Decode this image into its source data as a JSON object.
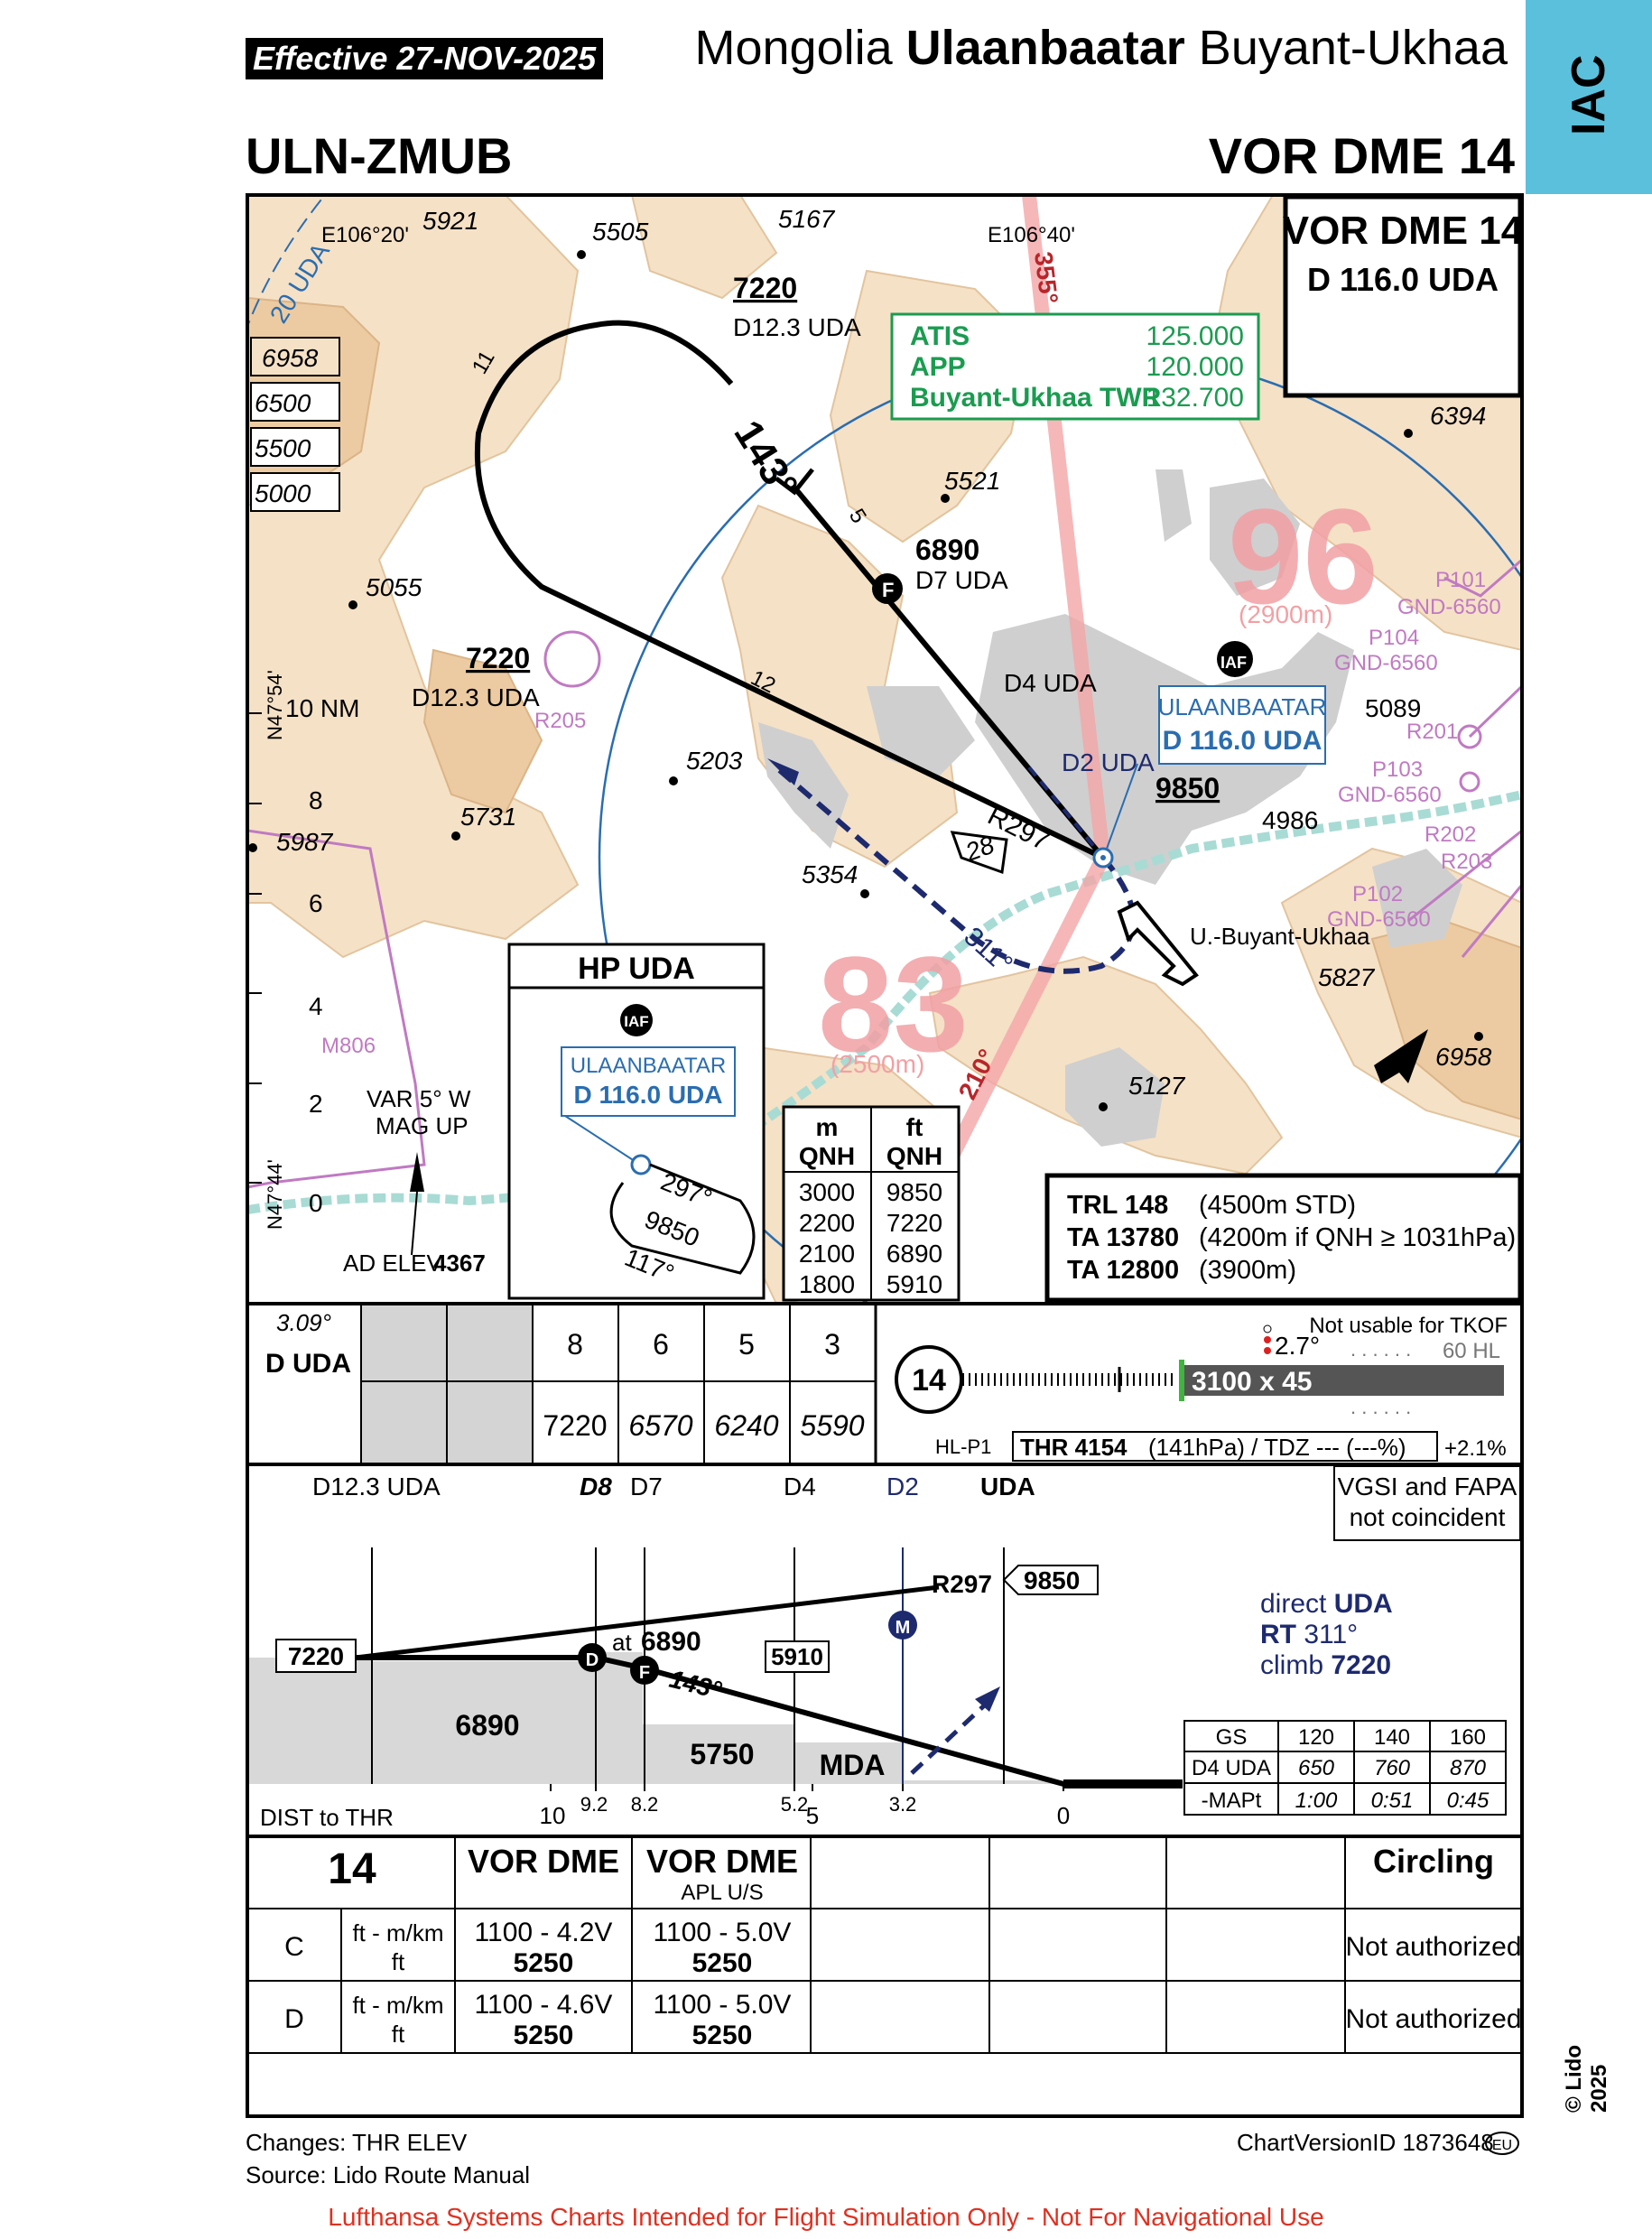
{
  "header": {
    "effective": "Effective 27-NOV-2025",
    "country": "Mongolia",
    "city": "Ulaanbaatar",
    "airport": "Buyant-Ukhaa",
    "tab": "IAC",
    "ident": "ULN-ZMUB",
    "procedure": "VOR DME 14"
  },
  "plan": {
    "box_title": "VOR DME 14",
    "box_freq": "D 116.0 UDA",
    "comms": [
      {
        "name": "ATIS",
        "freq": "125.000"
      },
      {
        "name": "APP",
        "freq": "120.000"
      },
      {
        "name": "Buyant-Ukhaa TWR",
        "freq": "132.700"
      }
    ],
    "msa_legend": [
      "6958",
      "6500",
      "5500",
      "5000"
    ],
    "lon_left": "E106°20'",
    "lon_right": "E106°40'",
    "lat_top": "N47°54'",
    "lat_bottom": "N47°44'",
    "spot_elev": [
      "5921",
      "5505",
      "5167",
      "6394",
      "5521",
      "5055",
      "5203",
      "5731",
      "5987",
      "5354",
      "5127",
      "5827",
      "6958",
      "5089",
      "4986"
    ],
    "dme_arc": "20 UDA",
    "radial_355": "355°",
    "radial_210": "210°",
    "fix_7220_top": "7220",
    "fix_7220_top_dme": "D12.3 UDA",
    "fix_7220_left": "7220",
    "fix_7220_left_dme": "D12.3 UDA",
    "fix_6890": "6890",
    "fix_6890_dme": "D7 UDA",
    "d4": "D4 UDA",
    "d2": "D2 UDA",
    "holding_course": "143°",
    "leg_11": "11",
    "leg_5": "5",
    "leg_12": "12",
    "radial_297": "R297",
    "flag_28": "28",
    "alt_9850": "9850",
    "missed_course": "311°",
    "mora_96": "96",
    "mora_96_m": "(2900m)",
    "mora_83": "83",
    "mora_83_m": "(2500m)",
    "vor_name": "ULAANBAATAR",
    "vor_freq": "D 116.0 UDA",
    "iaf": "IAF",
    "airport_label": "U.-Buyant-Ukhaa",
    "restricted": {
      "r205": "R205",
      "r201": "R201",
      "r202": "R202",
      "r203": "R203",
      "p101": "P101",
      "p101_gnd": "GND-6560",
      "p104": "P104",
      "p104_gnd": "GND-6560",
      "p103": "P103",
      "p103_gnd": "GND-6560",
      "p102": "P102",
      "p102_gnd": "GND-6560",
      "m806": "M806"
    },
    "scale": [
      "10 NM",
      "8",
      "6",
      "4",
      "2",
      "0"
    ],
    "var": "VAR 5° W",
    "mag_up": "MAG UP",
    "ad_elev_label": "AD ELEV",
    "ad_elev": "4367",
    "hp": {
      "title": "HP UDA",
      "iaf": "IAF",
      "name": "ULAANBAATAR",
      "freq": "D 116.0 UDA",
      "in": "297°",
      "alt": "9850",
      "out": "117°"
    },
    "qnh": {
      "headers": [
        "m",
        "ft"
      ],
      "sub": [
        "QNH",
        "QNH"
      ],
      "rows": [
        [
          "3000",
          "9850"
        ],
        [
          "2200",
          "7220"
        ],
        [
          "2100",
          "6890"
        ],
        [
          "1800",
          "5910"
        ]
      ]
    },
    "trl": [
      {
        "k": "TRL 148",
        "v": "(4500m STD)"
      },
      {
        "k": "TA 13780",
        "v": "(4200m if QNH ≥ 1031hPa)"
      },
      {
        "k": "TA 12800",
        "v": "(3900m)"
      }
    ]
  },
  "dme_table": {
    "slope": "3.09°",
    "label": "D UDA",
    "dist": [
      "8",
      "6",
      "5",
      "3"
    ],
    "alt": [
      "7220",
      "6570",
      "6240",
      "5590"
    ]
  },
  "runway": {
    "number": "14",
    "not_usable": "Not usable for TKOF",
    "papi": "2.7°",
    "hl": "60 HL",
    "dims": "3100 x 45",
    "hl_p": "HL-P1",
    "thr_label": "THR 4154",
    "thr_rest": "(141hPa) / TDZ --- (---%)",
    "slope": "+2.1%"
  },
  "profile": {
    "fixes": [
      "D12.3 UDA",
      "D8",
      "D7",
      "D4",
      "D2",
      "UDA"
    ],
    "vgsi": "VGSI and FAPA not coincident",
    "alt_7220": "7220",
    "alt_6890": "6890",
    "at_6890": "at",
    "at_6890_v": "6890",
    "alt_5910": "5910",
    "alt_5750": "5750",
    "mda": "MDA",
    "r297": "R297",
    "alt_9850": "9850",
    "course": "143°",
    "marker_d": "D",
    "marker_f": "F",
    "marker_m": "M",
    "missed1_a": "direct ",
    "missed1_b": "UDA",
    "missed2_a": "RT ",
    "missed2_b": "311°",
    "missed3_a": "climb ",
    "missed3_b": "7220",
    "dist_label": "DIST to THR",
    "dist_ticks": [
      "10",
      "9.2",
      "8.2",
      "5.2",
      "5",
      "3.2",
      "0"
    ],
    "gs": {
      "header": [
        "GS",
        "120",
        "140",
        "160"
      ],
      "d4": [
        "D4 UDA",
        "650",
        "760",
        "870"
      ],
      "mapt": [
        "-MAPt",
        "1:00",
        "0:51",
        "0:45"
      ]
    }
  },
  "minima": {
    "rwy": "14",
    "col1": "VOR DME",
    "col2": "VOR DME",
    "col2_sub": "APL U/S",
    "circling": "Circling",
    "rows": [
      {
        "cat": "C",
        "unit1": "ft - m/km",
        "unit2": "ft",
        "v1": "1100 - 4.2V",
        "v1b": "5250",
        "v2": "1100 - 5.0V",
        "v2b": "5250",
        "circ": "Not authorized"
      },
      {
        "cat": "D",
        "unit1": "ft - m/km",
        "unit2": "ft",
        "v1": "1100 - 4.6V",
        "v1b": "5250",
        "v2": "1100 - 5.0V",
        "v2b": "5250",
        "circ": "Not authorized"
      }
    ]
  },
  "footer": {
    "changes": "Changes: THR ELEV",
    "source": "Source: Lido Route Manual",
    "version": "ChartVersionID 1873648",
    "eu": "EU",
    "copyright": "© Lido 2025",
    "disclaimer": "Lufthansa Systems Charts Intended for Flight Simulation Only - Not For Navigational Use"
  }
}
